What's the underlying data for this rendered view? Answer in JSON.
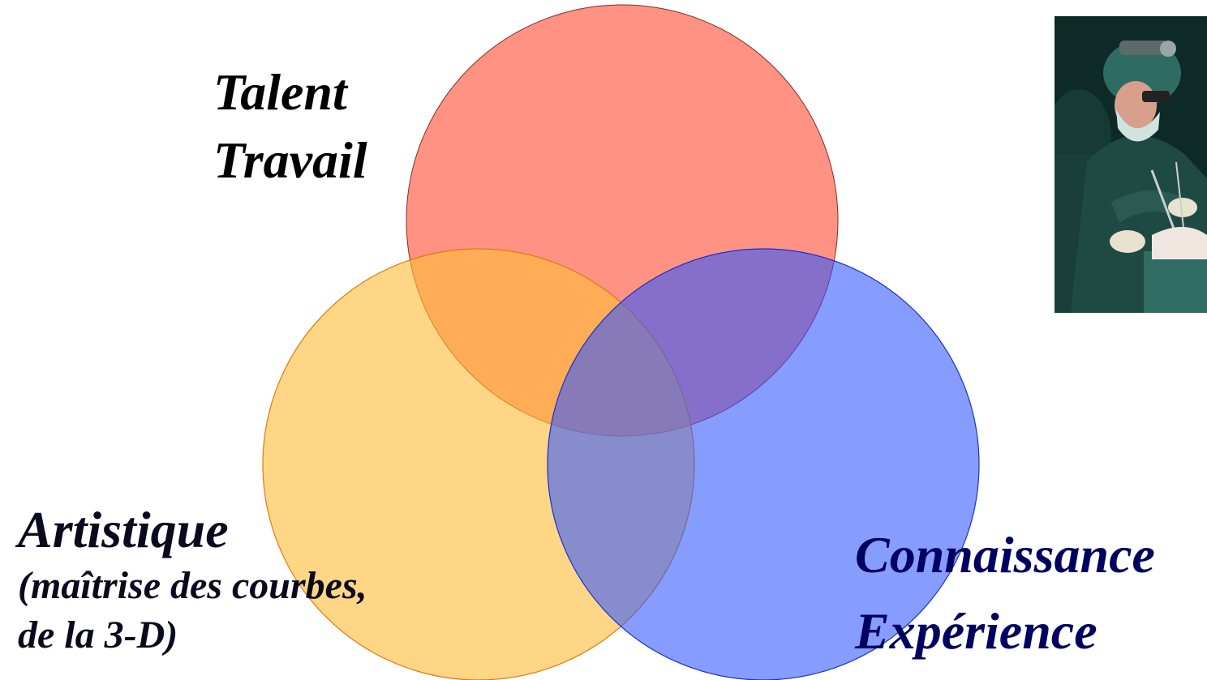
{
  "diagram": {
    "type": "venn",
    "sets": [
      {
        "id": "top",
        "lines": [
          "Talent",
          "Travail"
        ],
        "fill": "#ff5f48",
        "stroke": "#8b2a20"
      },
      {
        "id": "bottom-left",
        "lines": [
          "Artistique",
          "(maîtrise des courbes,",
          "de la 3-D)"
        ],
        "fill": "#ffbd3a",
        "stroke": "#e07a10"
      },
      {
        "id": "bottom-right",
        "lines": [
          "Connaissance",
          "Expérience"
        ],
        "fill": "#2e56ff",
        "stroke": "#1a2fd0"
      }
    ]
  },
  "photo": {
    "subject": "surgeon-performing-operation",
    "colors": {
      "scrubs": "#1f4a44",
      "skin": "#d8a08c",
      "background": "#0e2a26"
    }
  }
}
